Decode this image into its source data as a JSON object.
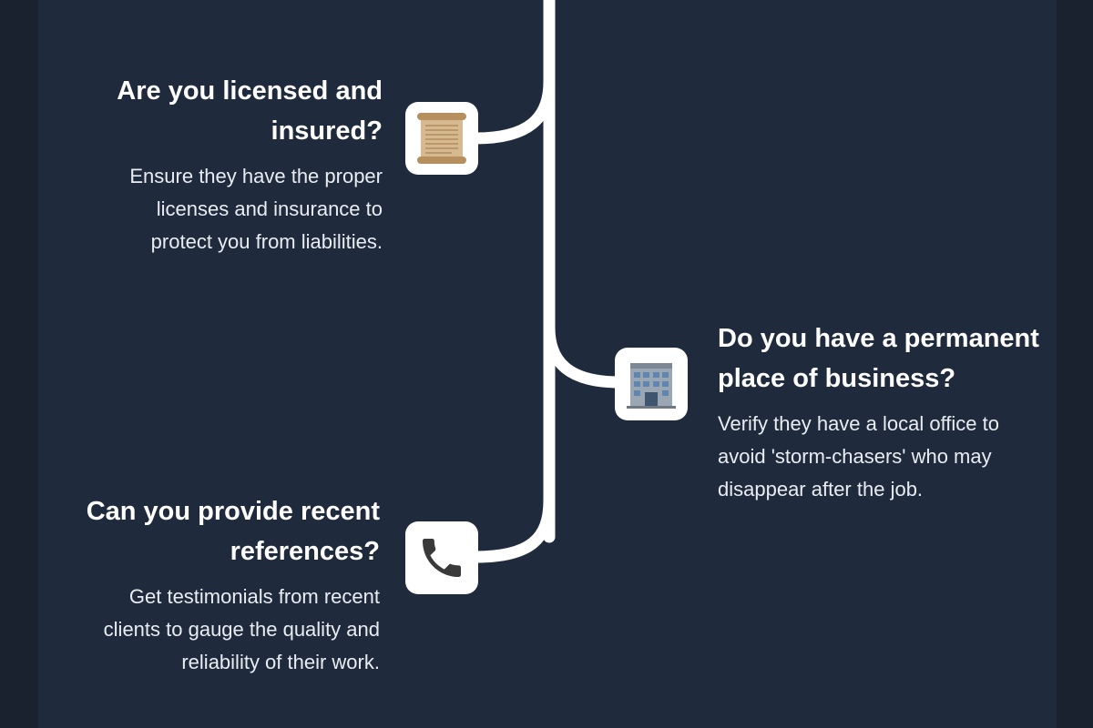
{
  "items": [
    {
      "title_line1": "Are you licensed and",
      "title_line2": "insured?",
      "desc_line1": "Ensure they have the proper",
      "desc_line2": "licenses and insurance to",
      "desc_line3": "protect you from liabilities.",
      "icon": "scroll-icon"
    },
    {
      "title_line1": "Do you have a permanent",
      "title_line2": "place of business?",
      "desc_line1": "Verify they have a local office to",
      "desc_line2": "avoid 'storm-chasers' who may",
      "desc_line3": "disappear after the job.",
      "icon": "office-building-icon"
    },
    {
      "title_line1": "Can you provide recent",
      "title_line2": "references?",
      "desc_line1": "Get testimonials from recent",
      "desc_line2": "clients to gauge the quality and",
      "desc_line3": "reliability of their work.",
      "icon": "telephone-icon"
    }
  ],
  "colors": {
    "background": "#1f2b3c",
    "line": "#ffffff",
    "text": "#ffffff"
  }
}
